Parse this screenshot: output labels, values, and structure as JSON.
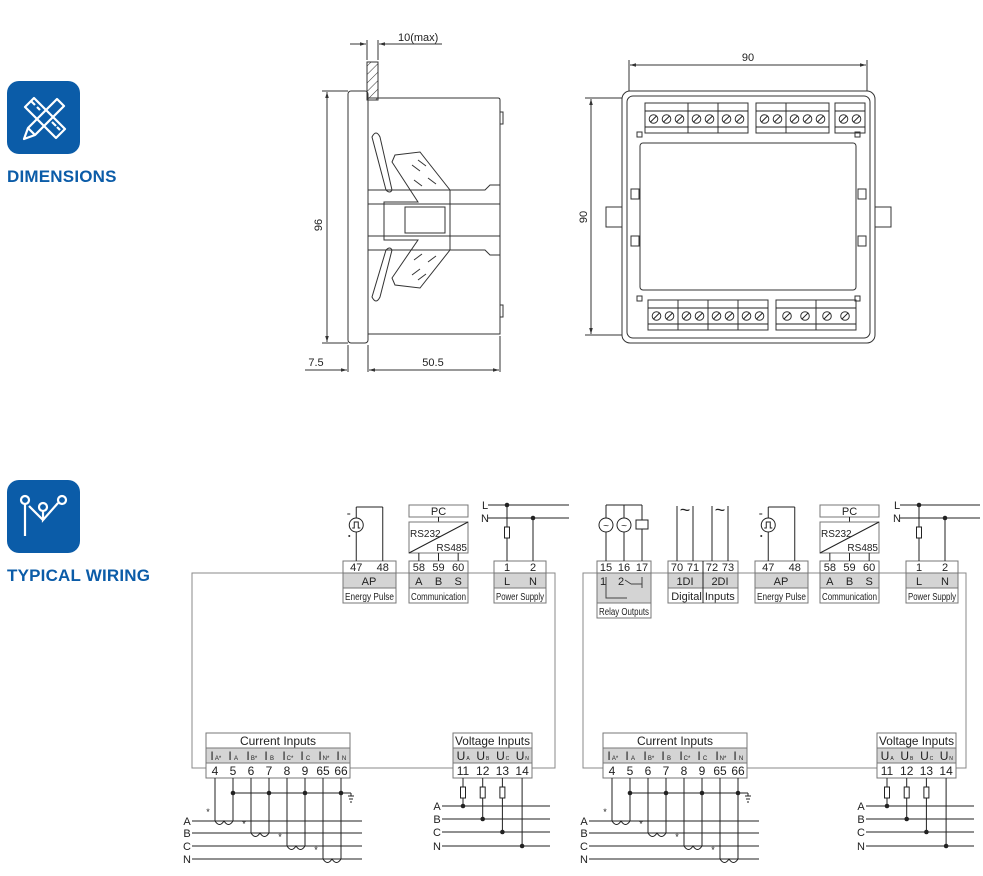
{
  "colors": {
    "brand": "#0b5ca8",
    "module_fill": "#d4d4d4",
    "line": "#222222"
  },
  "sections": [
    {
      "title": "DIMENSIONS",
      "icon": "pencil-ruler-icon"
    },
    {
      "title": "TYPICAL WIRING",
      "icon": "wiring-icon"
    }
  ],
  "dimensions": {
    "side": {
      "panel_thickness": "10(max)",
      "height": "96",
      "front_depth": "7.5",
      "body_depth": "50.5"
    },
    "rear": {
      "width": "90",
      "height": "90"
    }
  },
  "wiring": [
    {
      "energy_pulse": {
        "terminals": [
          "47",
          "48"
        ],
        "function": "AP",
        "label": "Energy Pulse"
      },
      "communication": {
        "pc": "PC",
        "rs232": "RS232",
        "rs485": "RS485",
        "terminals": [
          "58",
          "59",
          "60"
        ],
        "functions": [
          "A",
          "B",
          "S"
        ],
        "label": "Communication"
      },
      "power": {
        "lines": [
          "L",
          "N"
        ],
        "terminals": [
          "1",
          "2"
        ],
        "functions": [
          "L",
          "N"
        ],
        "label": "Power Supply"
      },
      "current": {
        "title": "Current Inputs",
        "labels": [
          {
            "s": "I",
            "sub": "A*"
          },
          {
            "s": "I",
            "sub": "A"
          },
          {
            "s": "I",
            "sub": "B*"
          },
          {
            "s": "I",
            "sub": "B"
          },
          {
            "s": "I",
            "sub": "C*"
          },
          {
            "s": "I",
            "sub": "C"
          },
          {
            "s": "I",
            "sub": "N*"
          },
          {
            "s": "I",
            "sub": "N"
          }
        ],
        "terminals": [
          "4",
          "5",
          "6",
          "7",
          "8",
          "9",
          "65",
          "66"
        ],
        "star": "*"
      },
      "voltage": {
        "title": "Voltage Inputs",
        "labels": [
          {
            "s": "U",
            "sub": "A"
          },
          {
            "s": "U",
            "sub": "B"
          },
          {
            "s": "U",
            "sub": "C"
          },
          {
            "s": "U",
            "sub": "N"
          }
        ],
        "terminals": [
          "11",
          "12",
          "13",
          "14"
        ]
      },
      "phases": [
        "A",
        "B",
        "C",
        "N"
      ]
    },
    {
      "relay": {
        "terminals": [
          "15",
          "16",
          "17"
        ],
        "contacts": [
          "1",
          "2"
        ],
        "label": "Relay Outputs"
      },
      "digital": {
        "terminals": [
          "70",
          "71",
          "72",
          "73"
        ],
        "functions": [
          "1DI",
          "2DI"
        ],
        "label": "Digital Inputs",
        "symbol": "~"
      },
      "energy_pulse": {
        "terminals": [
          "47",
          "48"
        ],
        "function": "AP",
        "label": "Energy Pulse"
      },
      "communication": {
        "pc": "PC",
        "rs232": "RS232",
        "rs485": "RS485",
        "terminals": [
          "58",
          "59",
          "60"
        ],
        "functions": [
          "A",
          "B",
          "S"
        ],
        "label": "Communication"
      },
      "power": {
        "lines": [
          "L",
          "N"
        ],
        "terminals": [
          "1",
          "2"
        ],
        "functions": [
          "L",
          "N"
        ],
        "label": "Power Supply"
      },
      "current": {
        "title": "Current Inputs",
        "labels": [
          {
            "s": "I",
            "sub": "A*"
          },
          {
            "s": "I",
            "sub": "A"
          },
          {
            "s": "I",
            "sub": "B*"
          },
          {
            "s": "I",
            "sub": "B"
          },
          {
            "s": "I",
            "sub": "C*"
          },
          {
            "s": "I",
            "sub": "C"
          },
          {
            "s": "I",
            "sub": "N*"
          },
          {
            "s": "I",
            "sub": "N"
          }
        ],
        "terminals": [
          "4",
          "5",
          "6",
          "7",
          "8",
          "9",
          "65",
          "66"
        ],
        "star": "*"
      },
      "voltage": {
        "title": "Voltage Inputs",
        "labels": [
          {
            "s": "U",
            "sub": "A"
          },
          {
            "s": "U",
            "sub": "B"
          },
          {
            "s": "U",
            "sub": "C"
          },
          {
            "s": "U",
            "sub": "N"
          }
        ],
        "terminals": [
          "11",
          "12",
          "13",
          "14"
        ]
      },
      "phases": [
        "A",
        "B",
        "C",
        "N"
      ]
    }
  ]
}
